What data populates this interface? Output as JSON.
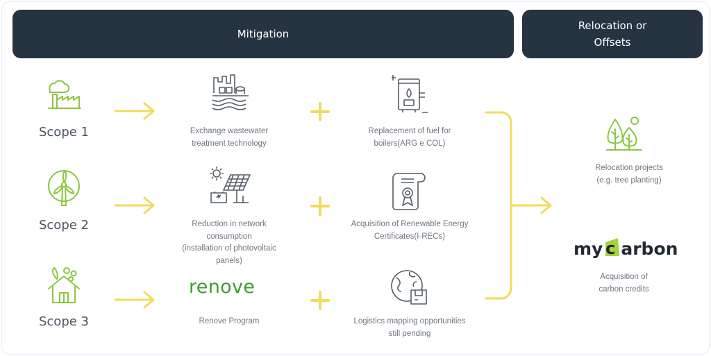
{
  "headers": {
    "mitigation": "Mitigation",
    "relocation_line1": "Relocation or",
    "relocation_line2": "Offsets"
  },
  "scopes": [
    {
      "label": "Scope 1",
      "icon": "factory-icon"
    },
    {
      "label": "Scope 2",
      "icon": "wind-turbine-icon"
    },
    {
      "label": "Scope 3",
      "icon": "eco-house-icon"
    }
  ],
  "actions": {
    "wastewater": {
      "line1": "Exchange wastewater",
      "line2": "treatment technology",
      "icon": "wastewater-plant-icon"
    },
    "fuel": {
      "line1": "Replacement of fuel for",
      "line2": "boilers(ARG e COL)",
      "icon": "boiler-icon"
    },
    "network": {
      "line1": "Reduction in network",
      "line2": "consumption",
      "line3": "(installation of photovoltaic",
      "line4": "panels)",
      "icon": "solar-panel-icon"
    },
    "irec": {
      "line1": "Acquisition of Renewable Energy",
      "line2": "Certificates(I-RECs)",
      "icon": "certificate-icon"
    },
    "renove": {
      "brand": "renove",
      "caption": "Renove Program"
    },
    "logistics": {
      "line1": "Logistics mapping opportunities",
      "line2": "still pending",
      "icon": "globe-package-icon"
    }
  },
  "offsets": {
    "relocation": {
      "line1": "Relocation projects",
      "line2": "(e.g. tree planting)",
      "icon": "trees-icon"
    },
    "mycarbon": {
      "brand_my": "my",
      "brand_c": "c",
      "brand_rest": "arbon",
      "line1": "Acquisition of",
      "line2": "carbon credits"
    }
  },
  "colors": {
    "header_bg": "#263341",
    "accent_yellow": "#f0dc5a",
    "icon_green": "#8dc63f",
    "renove_green": "#3e9c2e",
    "mycarbon_green": "#a6d23d"
  }
}
